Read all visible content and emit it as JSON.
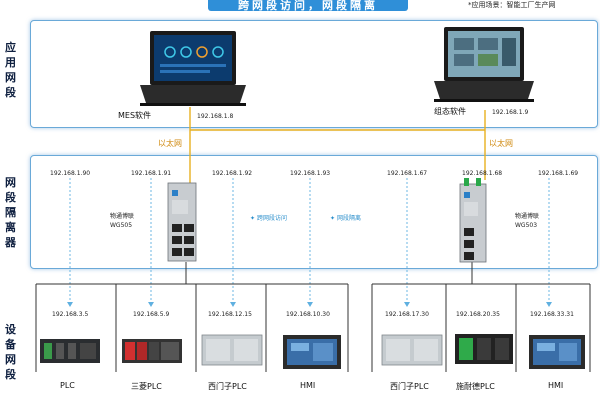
{
  "title": "跨网段访问，网段隔离",
  "scenario_note": "*应用场景：智能工厂生产网",
  "layers": {
    "app": "应用网段",
    "gateway": "网段隔离器",
    "device": "设备网段"
  },
  "app_layer": {
    "laptop_left": {
      "name": "MES软件",
      "ip": "192.168.1.8"
    },
    "laptop_right": {
      "name": "组态软件",
      "ip": "192.168.1.9"
    }
  },
  "ethernet_label": "以太网",
  "gateway_layer": {
    "left_gateway": {
      "brand": "物通博联",
      "model": "WG505",
      "ips": [
        "192.168.1.90",
        "192.168.1.91",
        "192.168.1.92",
        "192.168.1.93"
      ]
    },
    "right_gateway": {
      "brand": "物通博联",
      "model": "WG503",
      "ips": [
        "192.168.1.67",
        "192.168.1.68",
        "192.168.1.69"
      ]
    },
    "hint_cross": "跨网段访问",
    "hint_isolation": "网段隔离"
  },
  "devices": [
    {
      "name": "PLC",
      "ip": "192.168.3.5"
    },
    {
      "name": "三菱PLC",
      "ip": "192.168.5.9"
    },
    {
      "name": "西门子PLC",
      "ip": "192.168.12.15"
    },
    {
      "name": "HMI",
      "ip": "192.168.10.30"
    },
    {
      "name": "西门子PLC",
      "ip": "192.168.17.30"
    },
    {
      "name": "施耐德PLC",
      "ip": "192.168.20.35"
    },
    {
      "name": "HMI",
      "ip": "192.168.33.31"
    }
  ],
  "colors": {
    "banner": "#2f8fd8",
    "panel_border": "#6aa9d8",
    "ethernet_line": "#e8b020",
    "dashed_link": "#5fb0e0"
  }
}
